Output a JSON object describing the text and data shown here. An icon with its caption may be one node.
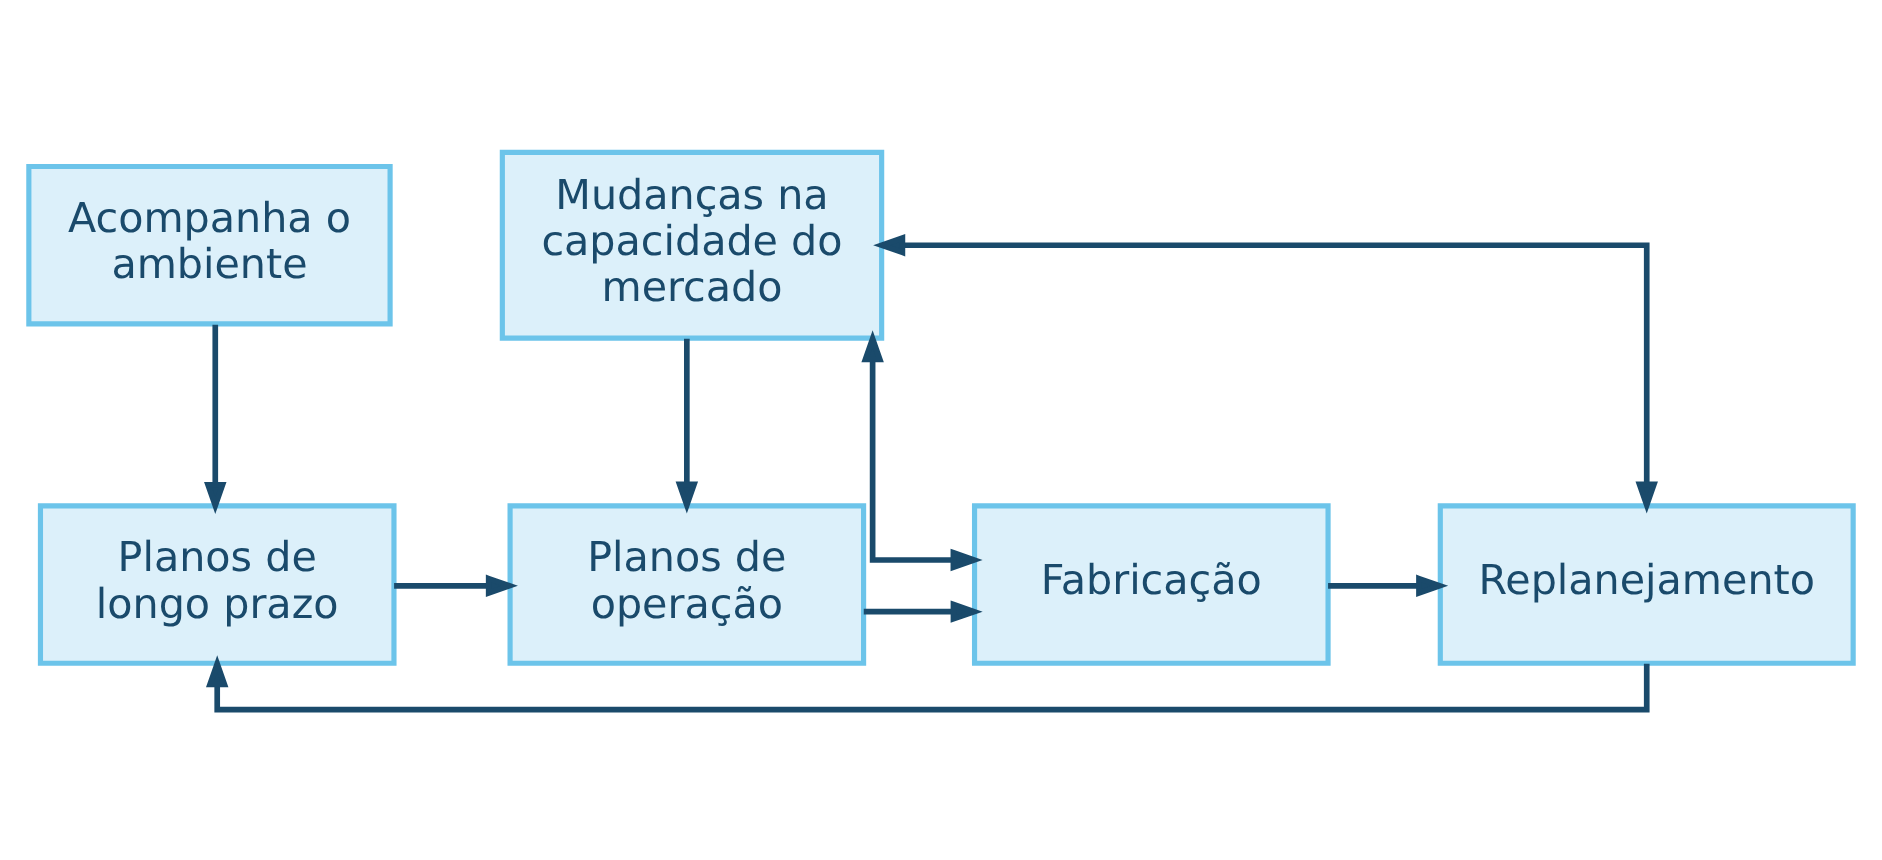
{
  "diagram": {
    "nodes": [
      {
        "text": [
          "Acompanha o ambiente"
        ]
      },
      {
        "text": [
          "Mudanças na capacidade do mercado"
        ]
      },
      {
        "text": [
          "Planos de longo prazo"
        ]
      },
      {
        "text": [
          "Planos de operação"
        ]
      },
      {
        "text": [
          "Fabricação"
        ]
      },
      {
        "text": [
          "Replanejamento"
        ]
      }
    ],
    "edges": [
      {
        "from": 0,
        "to": 2,
        "arrow": "to"
      },
      {
        "from": 1,
        "to": 3,
        "arrow": "to"
      },
      {
        "from": 2,
        "to": 3,
        "arrow": "to"
      },
      {
        "from": 3,
        "to": 4,
        "arrow": "to"
      },
      {
        "from": 4,
        "to": 5,
        "arrow": "to"
      },
      {
        "from": 5,
        "to": 2,
        "arrow": "to"
      },
      {
        "from": 1,
        "to": 4,
        "arrow": "both"
      },
      {
        "from": 1,
        "to": 5,
        "arrow": "both"
      }
    ]
  }
}
